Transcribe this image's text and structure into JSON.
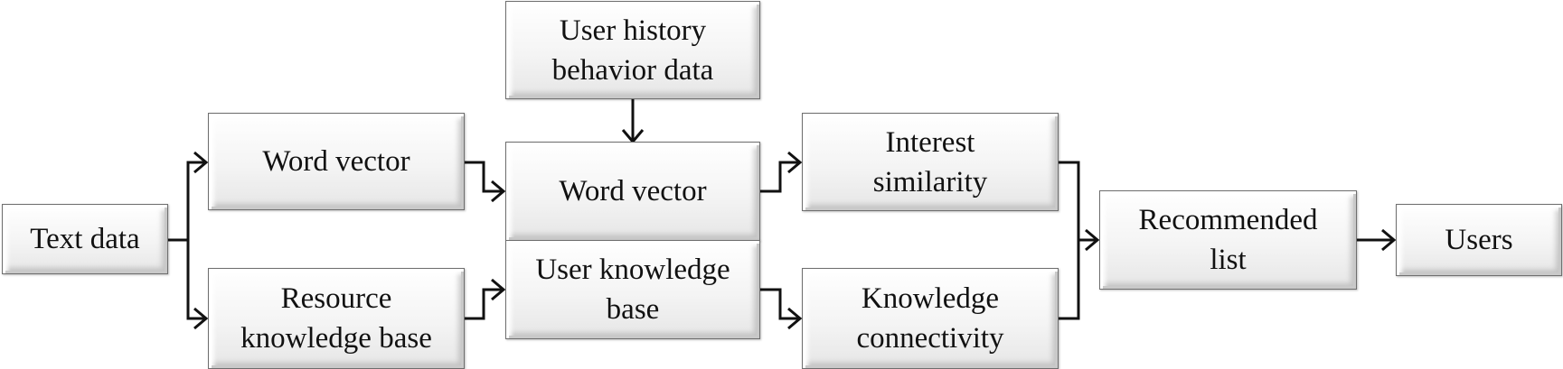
{
  "diagram": {
    "nodes": {
      "text_data": "Text data",
      "word_vector_1": "Word vector",
      "resource_kb": "Resource\nknowledge base",
      "user_history": "User history\nbehavior data",
      "word_vector_2": "Word vector",
      "user_kb": "User knowledge\nbase",
      "interest_similarity": "Interest\nsimilarity",
      "knowledge_connectivity": "Knowledge\nconnectivity",
      "recommended_list": "Recommended\nlist",
      "users": "Users"
    },
    "edges": [
      {
        "from": "text_data",
        "to": "word_vector_1"
      },
      {
        "from": "text_data",
        "to": "resource_kb"
      },
      {
        "from": "user_history",
        "to": "word_vector_2"
      },
      {
        "from": "word_vector_1",
        "to": "word_vector_2"
      },
      {
        "from": "resource_kb",
        "to": "user_kb"
      },
      {
        "from": "word_vector_2",
        "to": "interest_similarity"
      },
      {
        "from": "user_kb",
        "to": "knowledge_connectivity"
      },
      {
        "from": "interest_similarity",
        "to": "recommended_list"
      },
      {
        "from": "knowledge_connectivity",
        "to": "recommended_list"
      },
      {
        "from": "recommended_list",
        "to": "users"
      }
    ]
  }
}
